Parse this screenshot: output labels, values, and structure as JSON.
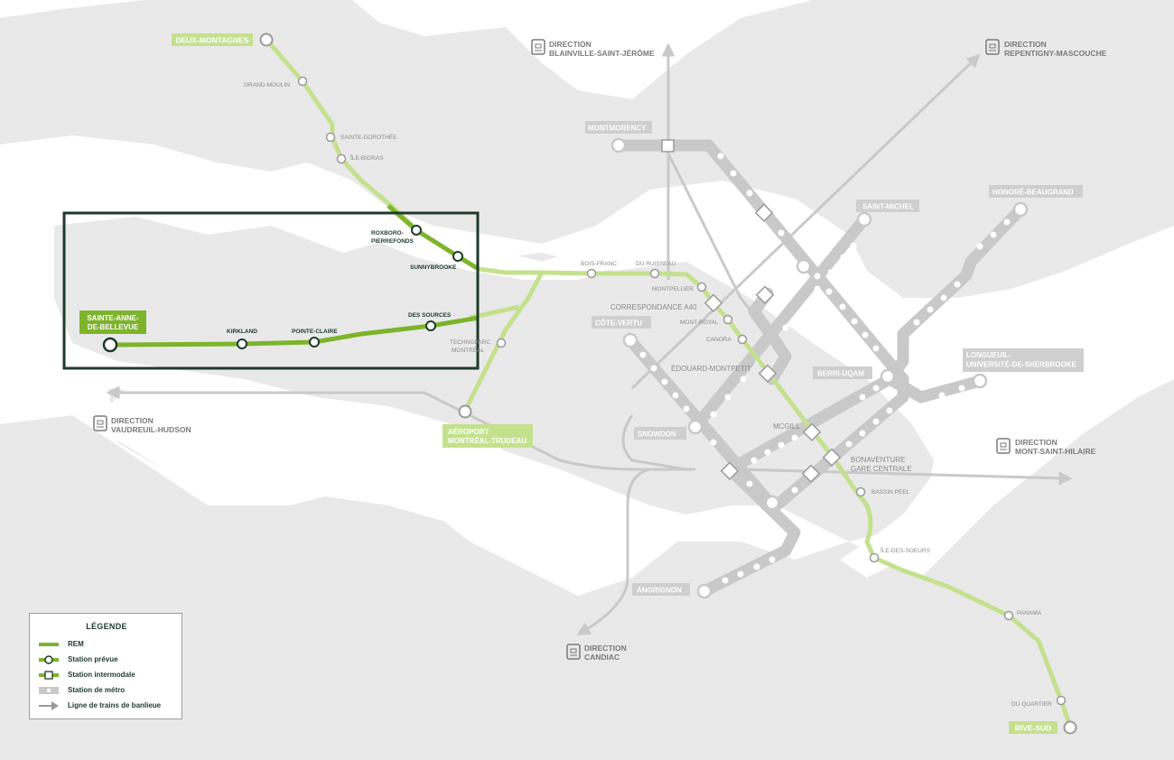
{
  "colors": {
    "land": "#e9e9e9",
    "water": "#ffffff",
    "metro_line": "#c9c9c9",
    "rem_light": "#c4e18e",
    "rem_dark": "#7db42b",
    "highlight_border": "#1e3a2c",
    "label_box_grey": "#cfcfcf",
    "label_text_dark": "#ffffff",
    "station_text": "#8a8a8a",
    "direction_text": "#7a7a7a",
    "highlight_station_text": "#1d3a2f"
  },
  "rem_labels": {
    "deux_montagnes": "DEUX-MONTAGNES",
    "sainte_anne": "SAINTE-ANNE-",
    "sainte_anne_2": "DE-BELLEVUE",
    "aeroport": "AÉROPORT",
    "aeroport_2": "MONTRÉAL-TRUDEAU",
    "rive_sud": "RIVE-SUD"
  },
  "rem_stations": {
    "grand_moulin": "GRAND-MOULIN",
    "sainte_dorothee": "SAINTE-DOROTHÉE",
    "ile_bigras": "ÎLE-BIGRAS",
    "roxboro": "ROXBORO-",
    "roxboro_2": "PIERREFONDS",
    "sunnybrooke": "SUNNYBROOKE",
    "kirkland": "KIRKLAND",
    "pointe_claire": "POINTE-CLAIRE",
    "des_sources": "DES SOURCES",
    "technoparc": "TECHNOPARC",
    "technoparc_2": "MONTRÉAL",
    "bois_franc": "BOIS-FRANC",
    "du_ruisseau": "DU RUISSEAU",
    "montpellier": "MONTPELLIER",
    "correspondance_a40": "CORRESPONDANCE A40",
    "mont_royal": "MONT-ROYAL",
    "canora": "CANORA",
    "edouard_montpetit": "ÉDOUARD-MONTPETIT",
    "mcgill": "MCGILL",
    "bonaventure": "BONAVENTURE",
    "bonaventure_2": "GARE CENTRALE",
    "bassin_peel": "BASSIN PEEL",
    "ile_des_soeurs": "ÎLE-DES-SOEURS",
    "panama": "PANAMA",
    "du_quartier": "DU QUARTIER"
  },
  "metro_labels": {
    "montmorency": "MONTMORENCY",
    "saint_michel": "SAINT-MICHEL",
    "honore_beaugrand": "HONORÉ-BEAUGRAND",
    "cote_vertu": "CÔTE-VERTU",
    "berri_uqam": "BERRI-UQAM",
    "longueuil": "LONGUEUIL-",
    "longueuil_2": "UNIVERSITÉ-DE-SHERBROOKE",
    "snowdon": "SNOWDON",
    "angrignon": "ANGRIGNON"
  },
  "directions": {
    "word": "DIRECTION",
    "blainville": "BLAINVILLE-SAINT-JÉRÔME",
    "repentigny": "REPENTIGNY-MASCOUCHE",
    "vaudreuil": "VAUDREUIL-HUDSON",
    "mont_saint_hilaire": "MONT-SAINT-HILAIRE",
    "candiac": "CANDIAC"
  },
  "legend": {
    "title": "LÉGENDE",
    "rem": "REM",
    "station_prevue": "Station prévue",
    "station_intermodale": "Station intermodale",
    "station_metro": "Station de métro",
    "ligne_trains": "Ligne de trains de banlieue"
  },
  "icons": [
    "train-icon",
    "arrow-icon",
    "station-circle-icon",
    "intermodal-square-icon"
  ]
}
